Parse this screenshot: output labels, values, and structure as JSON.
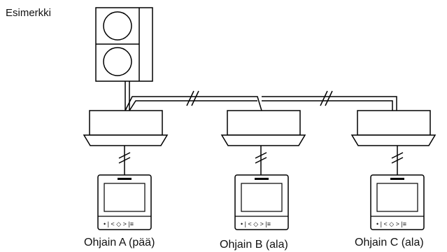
{
  "diagram": {
    "title": "Esimerkki",
    "controllers": [
      {
        "label": "Ohjain A (pää)"
      },
      {
        "label": "Ohjain B (ala)"
      },
      {
        "label": "Ohjain C (ala)"
      }
    ],
    "controller_buttons_text": "• | < ◇ > |≡",
    "icons": {
      "outdoor": "outdoor-unit-icon",
      "indoor": "cassette-indoor-unit-icon",
      "controller": "wired-remote-controller-icon",
      "break": "break-mark-icon"
    }
  }
}
